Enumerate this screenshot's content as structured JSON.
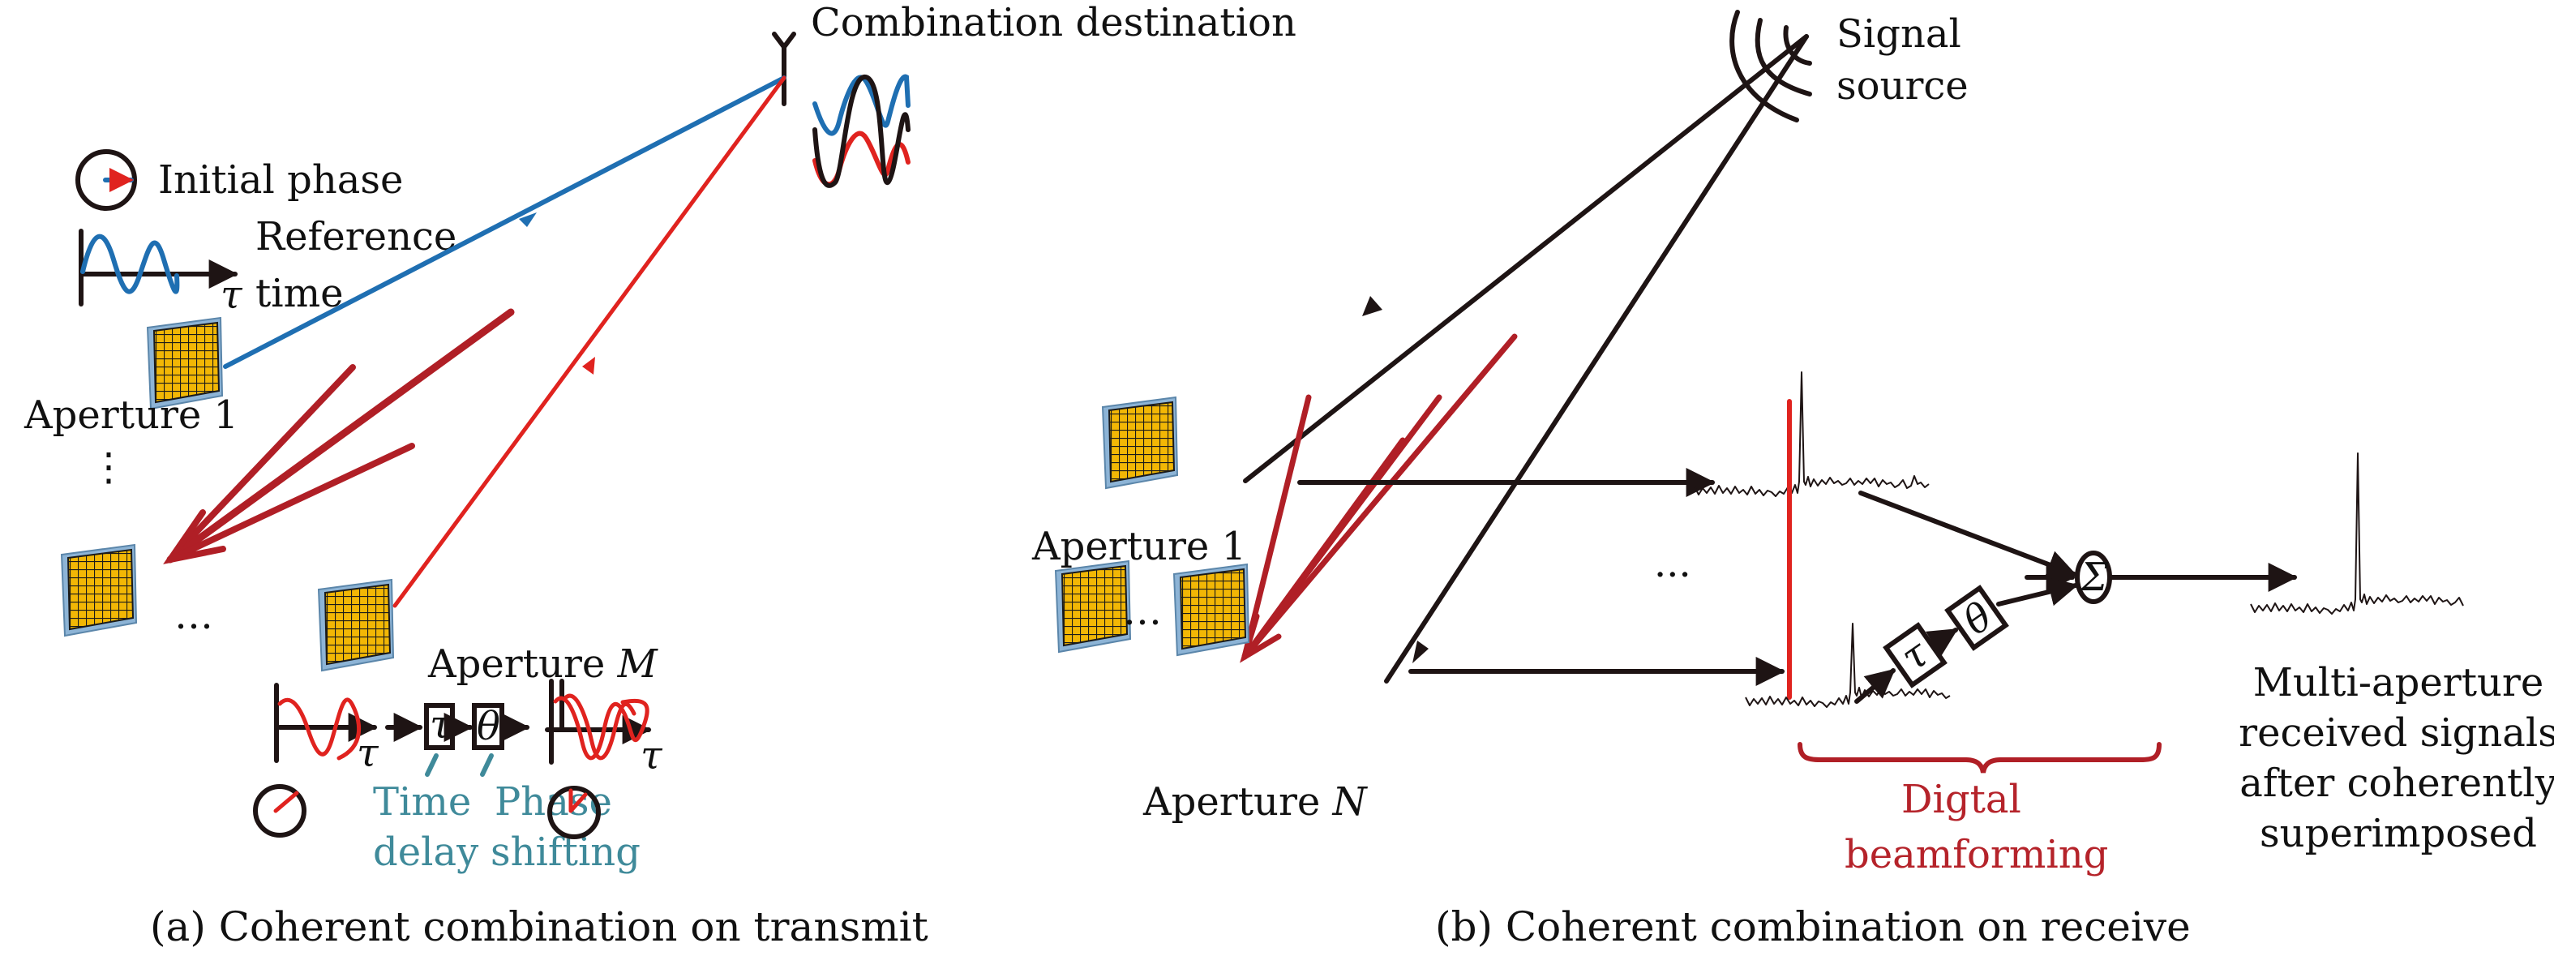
{
  "figure": {
    "panel_a": {
      "caption": "(a) Coherent combination on transmit",
      "combination_destination": "Combination destination",
      "initial_phase": "Initial phase",
      "reference_line1": "Reference",
      "reference_line2": "time",
      "tau_symbol": "τ",
      "theta_symbol": "θ",
      "aperture_1": "Aperture 1",
      "aperture_m_prefix": "Aperture ",
      "aperture_m_var": "M",
      "vertical_ellipsis": "⋮",
      "horizontal_ellipsis": "…",
      "time_delay_line1": "Time",
      "time_delay_line2": "delay",
      "phase_shift_line1": "Phase",
      "phase_shift_line2": "shifting"
    },
    "panel_b": {
      "caption": "(b) Coherent combination on receive",
      "signal_source_line1": "Signal",
      "signal_source_line2": "source",
      "aperture_1": "Aperture 1",
      "aperture_n_prefix": "Aperture ",
      "aperture_n_var": "N",
      "vertical_ellipsis": "⋮",
      "horizontal_ellipsis": "…",
      "middle_ellipsis": "···",
      "sum_symbol": "Σ",
      "tau_symbol": "τ",
      "theta_symbol": "θ",
      "beamforming_line1": "Digtal",
      "beamforming_line2": "beamforming",
      "result_line1": "Multi-aperture",
      "result_line2": "received signals",
      "result_line3": "after coherently",
      "result_line4": "superimposed"
    },
    "colors": {
      "reference_blue": "#1f6fb2",
      "signal_red": "#e0231f",
      "beam_dark_red": "#b01f26",
      "annotation_teal": "#3f8a9a",
      "aperture_gold": "#f2b705",
      "aperture_frame": "#7fa8c9"
    }
  }
}
